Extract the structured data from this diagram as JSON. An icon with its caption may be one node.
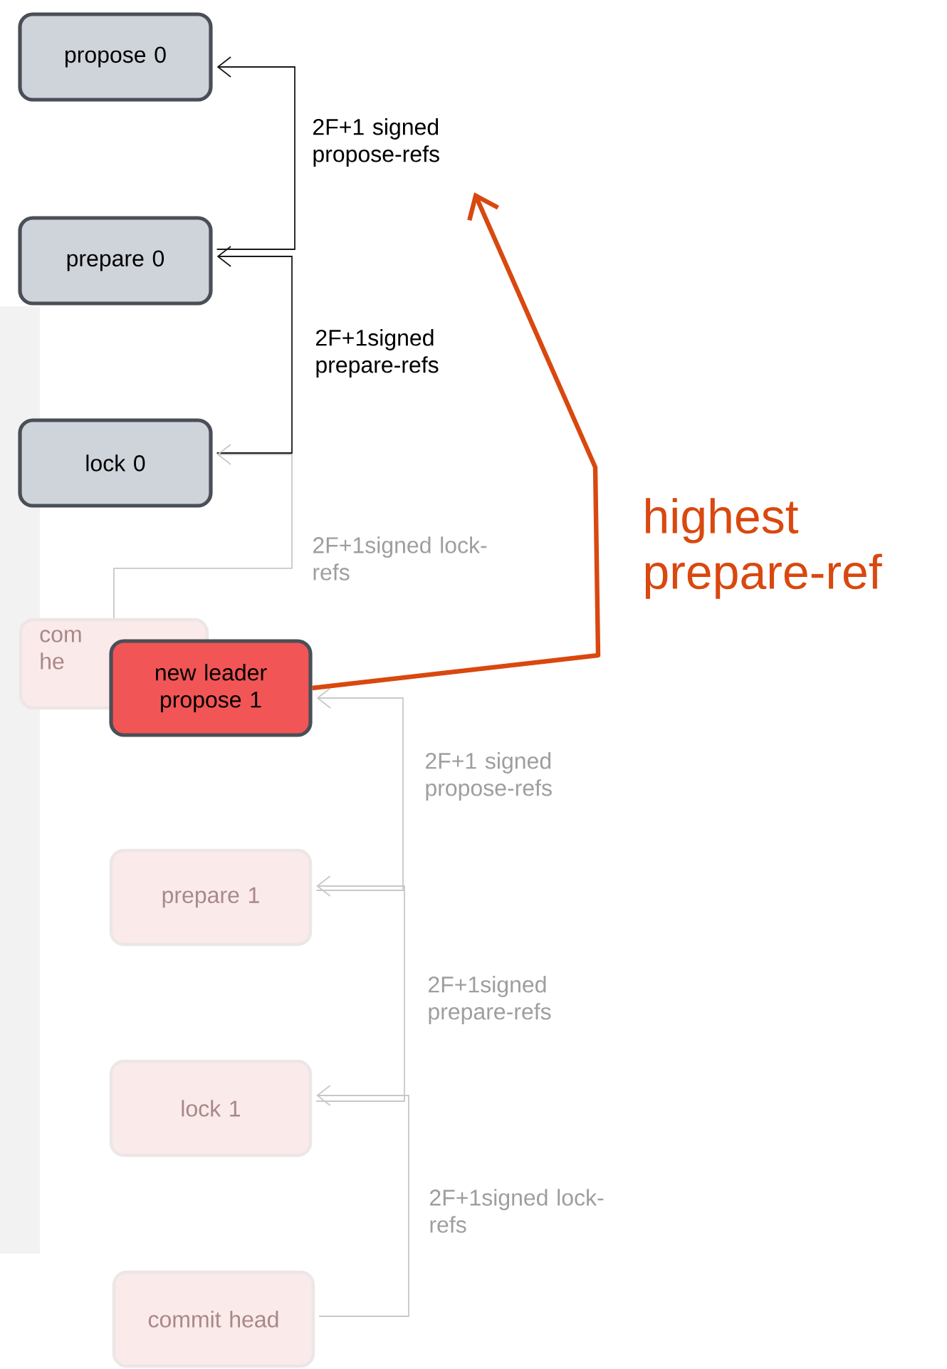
{
  "diagram": {
    "nodes": [
      {
        "text": [
          "propose 0"
        ]
      },
      {
        "text": [
          "prepare 0"
        ]
      },
      {
        "text": [
          "lock 0"
        ]
      },
      {
        "text": [
          "com he"
        ]
      },
      {
        "text": [
          "new leader propose 1"
        ]
      },
      {
        "text": [
          "prepare 1"
        ]
      },
      {
        "text": [
          "lock 1"
        ]
      },
      {
        "text": [
          "commit head"
        ]
      }
    ],
    "edges": [
      {
        "from": 1,
        "to": 0,
        "arrow": "to",
        "label": "2F+1 signed propose-refs",
        "color": "#1a1a1a"
      },
      {
        "from": 2,
        "to": 1,
        "arrow": "to",
        "label": "2F+1signed prepare-refs",
        "color": "#1a1a1a"
      },
      {
        "from": 3,
        "to": 2,
        "arrow": "to",
        "label": "2F+1signed lock-refs"
      },
      {
        "from": 5,
        "to": 4,
        "arrow": "to",
        "label": "2F+1 signed propose-refs"
      },
      {
        "from": 6,
        "to": 5,
        "arrow": "to",
        "label": "2F+1signed prepare-refs"
      },
      {
        "from": 7,
        "to": 6,
        "arrow": "to",
        "label": "2F+1signed lock-refs"
      },
      {
        "from": 4,
        "to": null,
        "arrow": "to",
        "label": "highest prepare-ref",
        "style": "thick",
        "color": "#d9480f"
      }
    ]
  }
}
